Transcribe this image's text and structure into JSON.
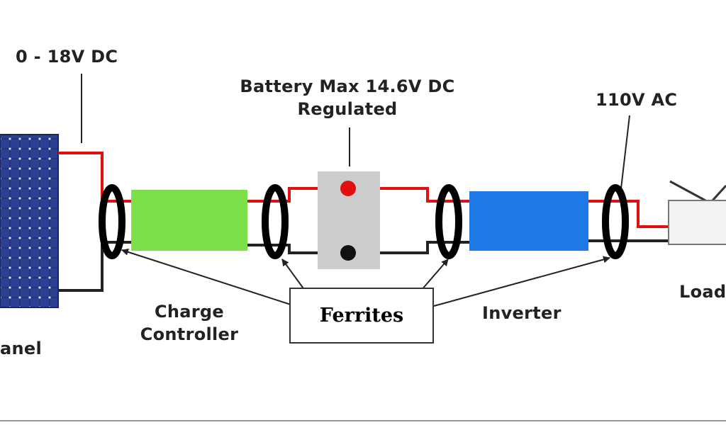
{
  "labels": {
    "panel": "anel",
    "panel_voltage": "0 - 18V DC",
    "battery_line1": "Battery Max 14.6V DC",
    "battery_line2": "Regulated",
    "charge_line1": "Charge",
    "charge_line2": "Controller",
    "inverter": "Inverter",
    "ac_voltage": "110V AC",
    "load": "Load",
    "ferrites": "Ferrites"
  },
  "colors": {
    "positive_wire": "#e01010",
    "negative_wire": "#222222",
    "charge_controller": "#7be04a",
    "inverter": "#1e78e6",
    "battery": "#cccccc",
    "solar_panel": "#1f2f78",
    "ferrite": "#000000"
  }
}
